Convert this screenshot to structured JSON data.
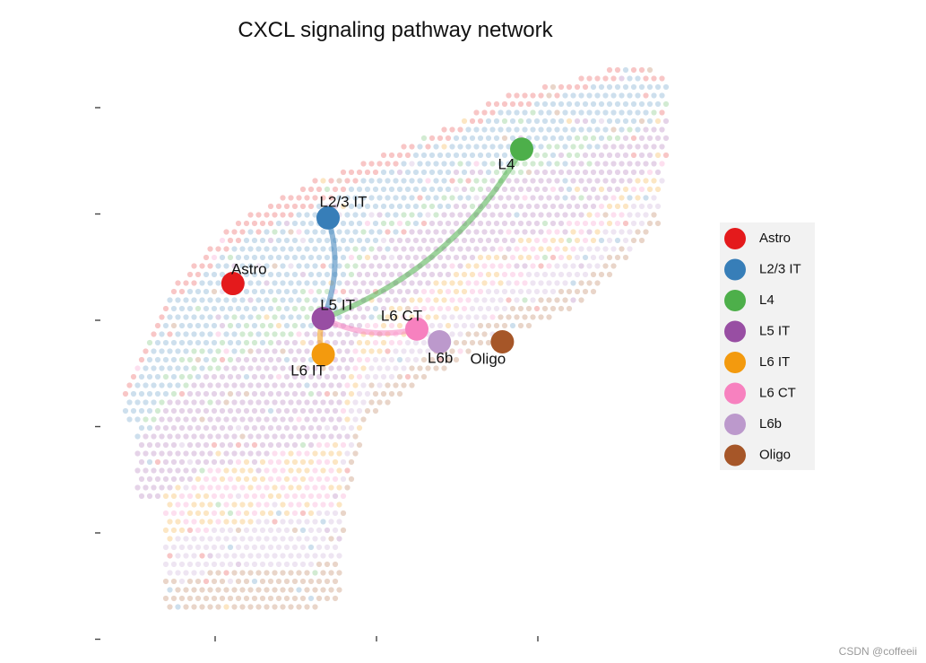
{
  "chart_data": {
    "type": "scatter",
    "title": "CXCL signaling pathway network",
    "xlabel": "",
    "ylabel": "",
    "grid": false,
    "legend_position": "right",
    "groups": [
      {
        "name": "Astro",
        "color": "#E41A1C"
      },
      {
        "name": "L2/3 IT",
        "color": "#377EB8"
      },
      {
        "name": "L4",
        "color": "#4DAF4A"
      },
      {
        "name": "L5 IT",
        "color": "#984EA3"
      },
      {
        "name": "L6 IT",
        "color": "#F39A0E"
      },
      {
        "name": "L6 CT",
        "color": "#F781BF"
      },
      {
        "name": "L6b",
        "color": "#BC99CC"
      },
      {
        "name": "Oligo",
        "color": "#A65628"
      }
    ],
    "nodes": [
      {
        "name": "Astro",
        "x": 0.11,
        "y": 0.33
      },
      {
        "name": "L2/3 IT",
        "x": 0.7,
        "y": 0.95
      },
      {
        "name": "L4",
        "x": 1.9,
        "y": 1.6
      },
      {
        "name": "L5 IT",
        "x": 0.67,
        "y": 0.0
      },
      {
        "name": "L6 IT",
        "x": 0.67,
        "y": -0.34
      },
      {
        "name": "L6 CT",
        "x": 1.25,
        "y": -0.1
      },
      {
        "name": "L6b",
        "x": 1.39,
        "y": -0.22
      },
      {
        "name": "Oligo",
        "x": 1.78,
        "y": -0.22
      }
    ],
    "edges": [
      {
        "source": "L2/3 IT",
        "target": "L5 IT"
      },
      {
        "source": "L4",
        "target": "L5 IT"
      },
      {
        "source": "L6 CT",
        "target": "L5 IT"
      },
      {
        "source": "L6 IT",
        "target": "L5 IT"
      }
    ]
  },
  "watermark": "CSDN @coffeeii"
}
